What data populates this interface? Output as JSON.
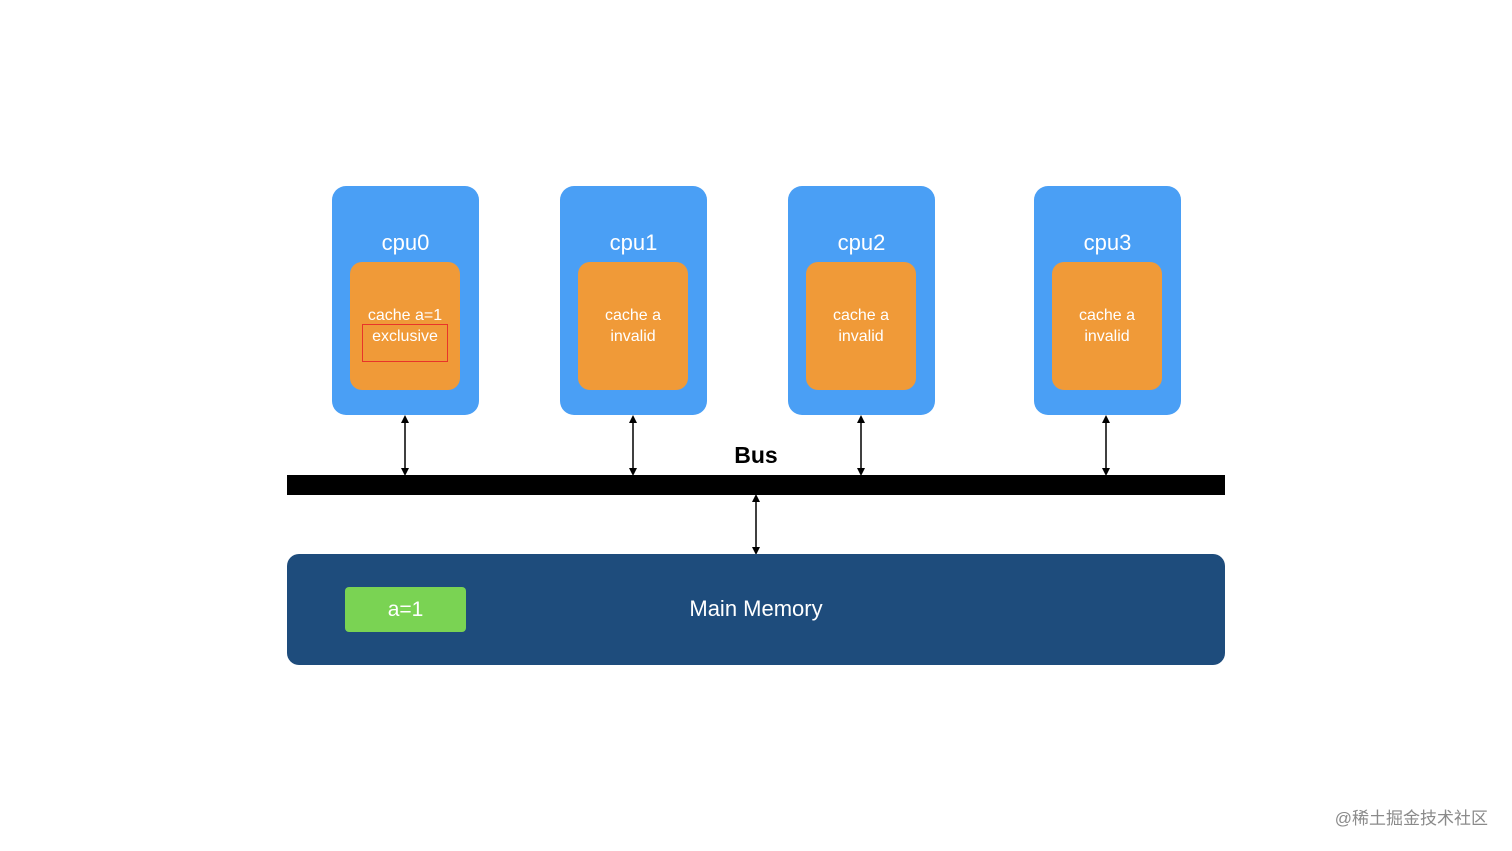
{
  "cpus": [
    {
      "name": "cpu0",
      "cache_line1": "cache a=1",
      "cache_line2": "exclusive",
      "highlighted": true
    },
    {
      "name": "cpu1",
      "cache_line1": "cache a",
      "cache_line2": "invalid",
      "highlighted": false
    },
    {
      "name": "cpu2",
      "cache_line1": "cache a",
      "cache_line2": "invalid",
      "highlighted": false
    },
    {
      "name": "cpu3",
      "cache_line1": "cache a",
      "cache_line2": "invalid",
      "highlighted": false
    }
  ],
  "bus": {
    "label": "Bus"
  },
  "memory": {
    "title": "Main Memory",
    "value": "a=1"
  },
  "watermark": "@稀土掘金技术社区",
  "colors": {
    "cpu": "#4a9ff5",
    "cache": "#f09a38",
    "highlight_border": "#e8342a",
    "bus": "#000000",
    "memory": "#1e4c7c",
    "memory_value": "#7ad353"
  }
}
